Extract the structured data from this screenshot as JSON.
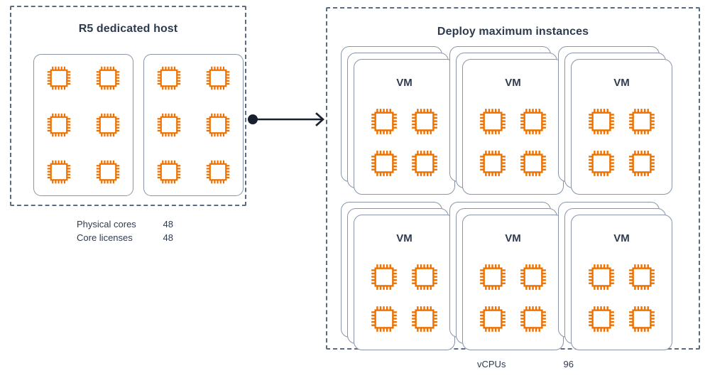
{
  "diagram": {
    "type": "deployment-diagram",
    "accent_color": "#ED7100",
    "panel_border_color": "#5B6B80",
    "card_border_color": "#8894A8",
    "text_color": "#2E3B4E",
    "background": "#FFFFFF"
  },
  "host_panel": {
    "title": "R5 dedicated host",
    "socket_count": 2,
    "cpus_per_socket": 6,
    "cpu_icon": "cpu-chip-icon",
    "metrics": [
      {
        "label": "Physical cores",
        "value": "48"
      },
      {
        "label": "Core licenses",
        "value": "48"
      }
    ]
  },
  "connector": {
    "icon": "arrow-right-icon",
    "start_marker": "filled-circle",
    "end_marker": "arrowhead"
  },
  "deploy_panel": {
    "title": "Deploy maximum instances",
    "vm_label": "VM",
    "vm_count": 6,
    "stack_layers": 3,
    "cpus_per_vm": 4,
    "cpu_icon": "cpu-chip-icon",
    "vms": [
      {
        "label": "VM"
      },
      {
        "label": "VM"
      },
      {
        "label": "VM"
      },
      {
        "label": "VM"
      },
      {
        "label": "VM"
      },
      {
        "label": "VM"
      }
    ],
    "metrics": [
      {
        "label": "vCPUs",
        "value": "96"
      }
    ]
  }
}
